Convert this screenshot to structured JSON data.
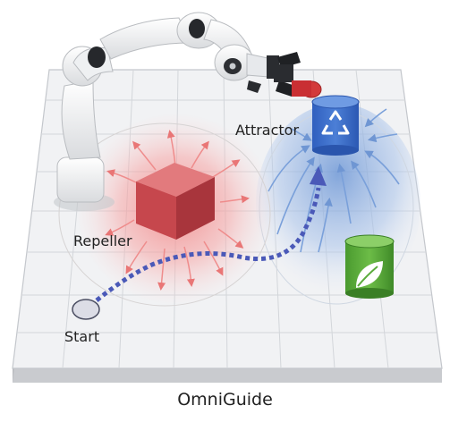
{
  "labels": {
    "attractor": "Attractor",
    "repeller": "Repeller",
    "start": "Start"
  },
  "caption": "OmniGuide",
  "colors": {
    "attractor_field": "#7ea6dc",
    "repeller_field": "#f08a8a",
    "path": "#4a59b8",
    "cube": "#c94a4f",
    "recycle_bin": "#3e6fc9",
    "compost_bin": "#5aab3c",
    "table_top": "#f1f2f4",
    "grid_line": "#d3d6da"
  },
  "icons": [
    "recycle-icon",
    "leaf-icon",
    "robot-arm",
    "gripper"
  ]
}
